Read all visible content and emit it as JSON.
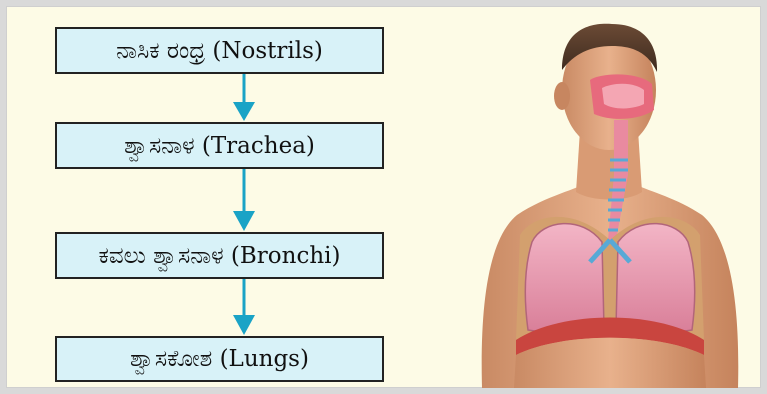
{
  "flowchart": {
    "steps": [
      {
        "label": "ನಾಸಿಕ ರಂಧ್ರ (Nostrils)"
      },
      {
        "label": "ಶ್ವಾಸನಾಳ (Trachea)"
      },
      {
        "label": "ಕವಲು ಶ್ವಾಸನಾಳ (Bronchi)"
      },
      {
        "label": "ಶ್ವಾಸಕೋಶ (Lungs)"
      }
    ],
    "colors": {
      "box_fill": "#d8f2f8",
      "box_border": "#222222",
      "arrow": "#1aa3c6",
      "background": "#fdfbe6"
    }
  },
  "illustration": {
    "icon": "human-respiratory-system-illustration"
  }
}
